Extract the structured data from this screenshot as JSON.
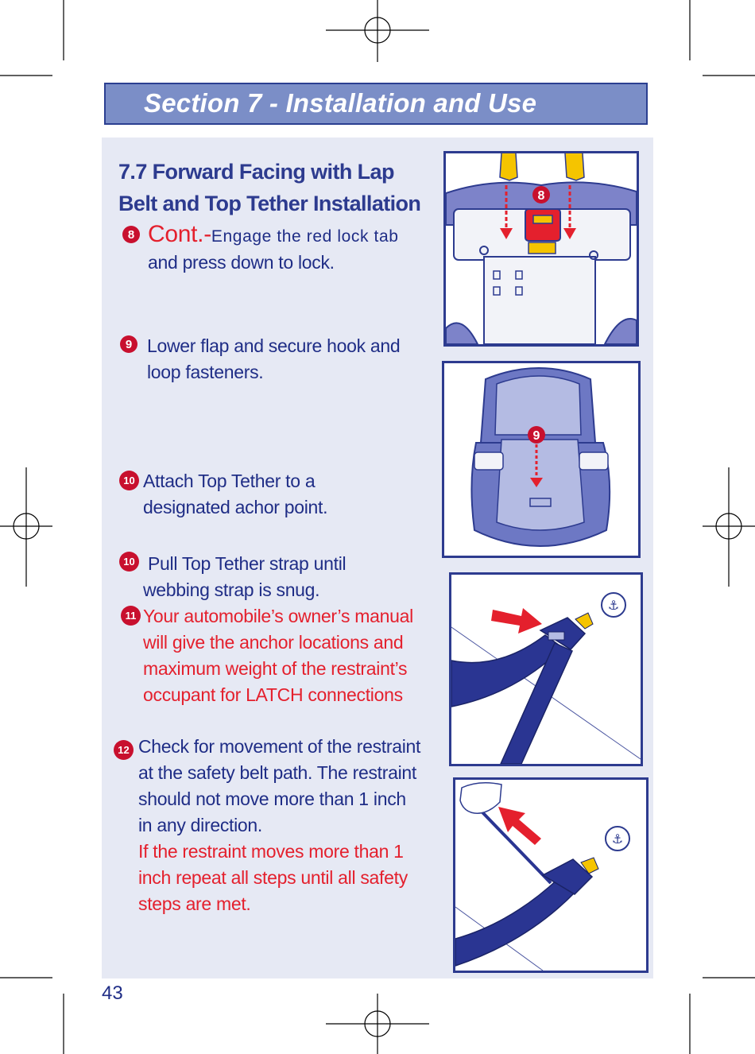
{
  "header": {
    "title": "Section 7 - Installation and Use"
  },
  "heading": {
    "line1": "7.7 Forward Facing with Lap",
    "line2": "Belt  and Top Tether Installation"
  },
  "steps": [
    {
      "badge": "8",
      "cont": "Cont.-",
      "line1": "Engage the red lock tab",
      "line2": "and press down to lock."
    },
    {
      "badge": "9",
      "line1": "Lower flap and secure hook and",
      "line2": "loop fasteners."
    },
    {
      "badge": "10",
      "line1": "Attach Top Tether to a",
      "line2": "designated achor point."
    },
    {
      "badge": "10",
      "line1": "Pull Top Tether strap until",
      "line2": "webbing strap is snug."
    },
    {
      "badge": "11",
      "line1": "Your automobile’s owner’s manual",
      "line2": "will give the anchor locations and",
      "line3": "maximum weight of the restraint’s",
      "line4": "occupant for LATCH connections"
    },
    {
      "badge": "12",
      "line1": "Check for movement of the restraint",
      "line2": "at the safety belt path. The restraint",
      "line3": "should not move more than 1 inch",
      "line4": "in any direction.",
      "warn1": "If the restraint moves more than 1",
      "warn2": "inch repeat all steps until all safety",
      "warn3": "steps are met."
    }
  ],
  "figures": {
    "fig1_badge": "8",
    "fig2_badge": "9"
  },
  "page_number": "43",
  "colors": {
    "blue_text": "#1f2d86",
    "red_text": "#e4202d",
    "header_fill": "#7b8ec7",
    "panel_fill": "#e6e9f4",
    "badge_red": "#c8102e",
    "seat_fill": "#6d78c4"
  },
  "icons": [
    "registration-mark-icon",
    "arrow-down-icon",
    "arrow-right-icon",
    "latch-anchor-icon",
    "hand-icon"
  ]
}
